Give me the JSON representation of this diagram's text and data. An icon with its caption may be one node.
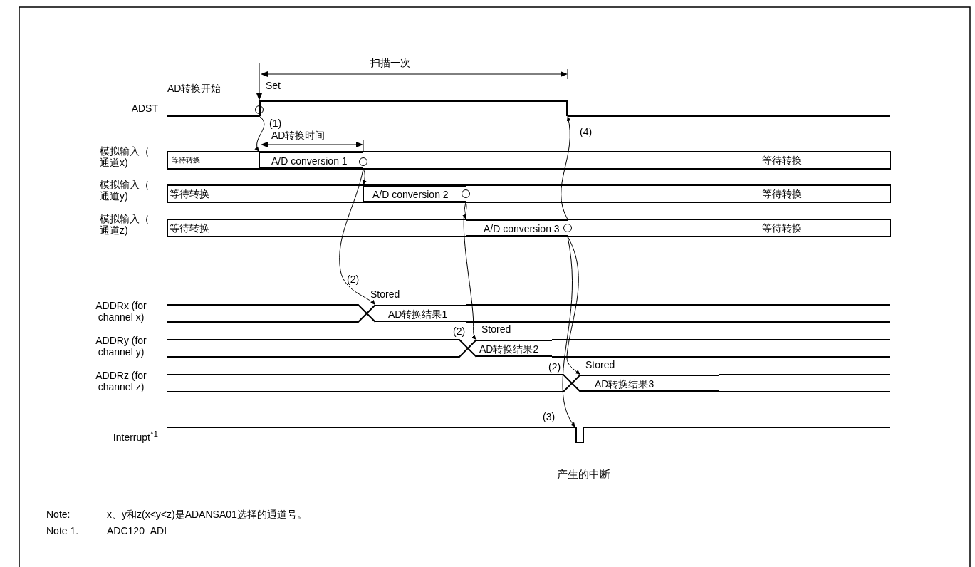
{
  "diagram": {
    "nodes": [
      {
        "text": [],
        "shape": "pulse"
      },
      {
        "text": [
          "A/D conversion 1"
        ]
      },
      {
        "text": [
          "A/D conversion 2"
        ]
      },
      {
        "text": [
          "A/D conversion 3"
        ]
      },
      {
        "text": [
          "AD转换结果1"
        ]
      },
      {
        "text": [
          "AD转换结果2"
        ]
      },
      {
        "text": [
          "AD转换结果3"
        ]
      },
      {
        "text": [],
        "shape": "pulse",
        "beside": [
          "产生的中断"
        ]
      }
    ],
    "edges": [
      {
        "from": 0,
        "to": 1,
        "arrow": "to",
        "label": "(1)"
      },
      {
        "from": 1,
        "to": 2,
        "arrow": "to"
      },
      {
        "from": 1,
        "to": 4,
        "arrow": "to",
        "label": "(2)"
      },
      {
        "from": 2,
        "to": 3,
        "arrow": "to"
      },
      {
        "from": 2,
        "to": 5,
        "arrow": "to",
        "label": "(2)"
      },
      {
        "from": 3,
        "to": 6,
        "arrow": "to",
        "label": "(2)"
      },
      {
        "from": 3,
        "to": 7,
        "arrow": "to",
        "label": "(3)"
      },
      {
        "from": 3,
        "to": 0,
        "arrow": "to",
        "label": "(4)"
      }
    ],
    "labels": [
      "扫描一次",
      "AD转换开始",
      "Set",
      "ADST",
      "AD转换时间",
      "模拟输入（通道x)",
      "等待转换",
      "等待转换",
      "模拟输入（通道y)",
      "等待转换",
      "等待转换",
      "模拟输入（通道z)",
      "等待转换",
      "等待转换",
      "Stored",
      "ADDRx (for channel x)",
      "Stored",
      "ADDRy (for channel y)",
      "Stored",
      "ADDRz (for channel z)",
      "Interrupt$^{*1}$",
      "Note:",
      "x、y和z(x<y<z)是ADANSA01选择的通道号。",
      "Note 1.",
      "ADC120_ADI"
    ]
  }
}
